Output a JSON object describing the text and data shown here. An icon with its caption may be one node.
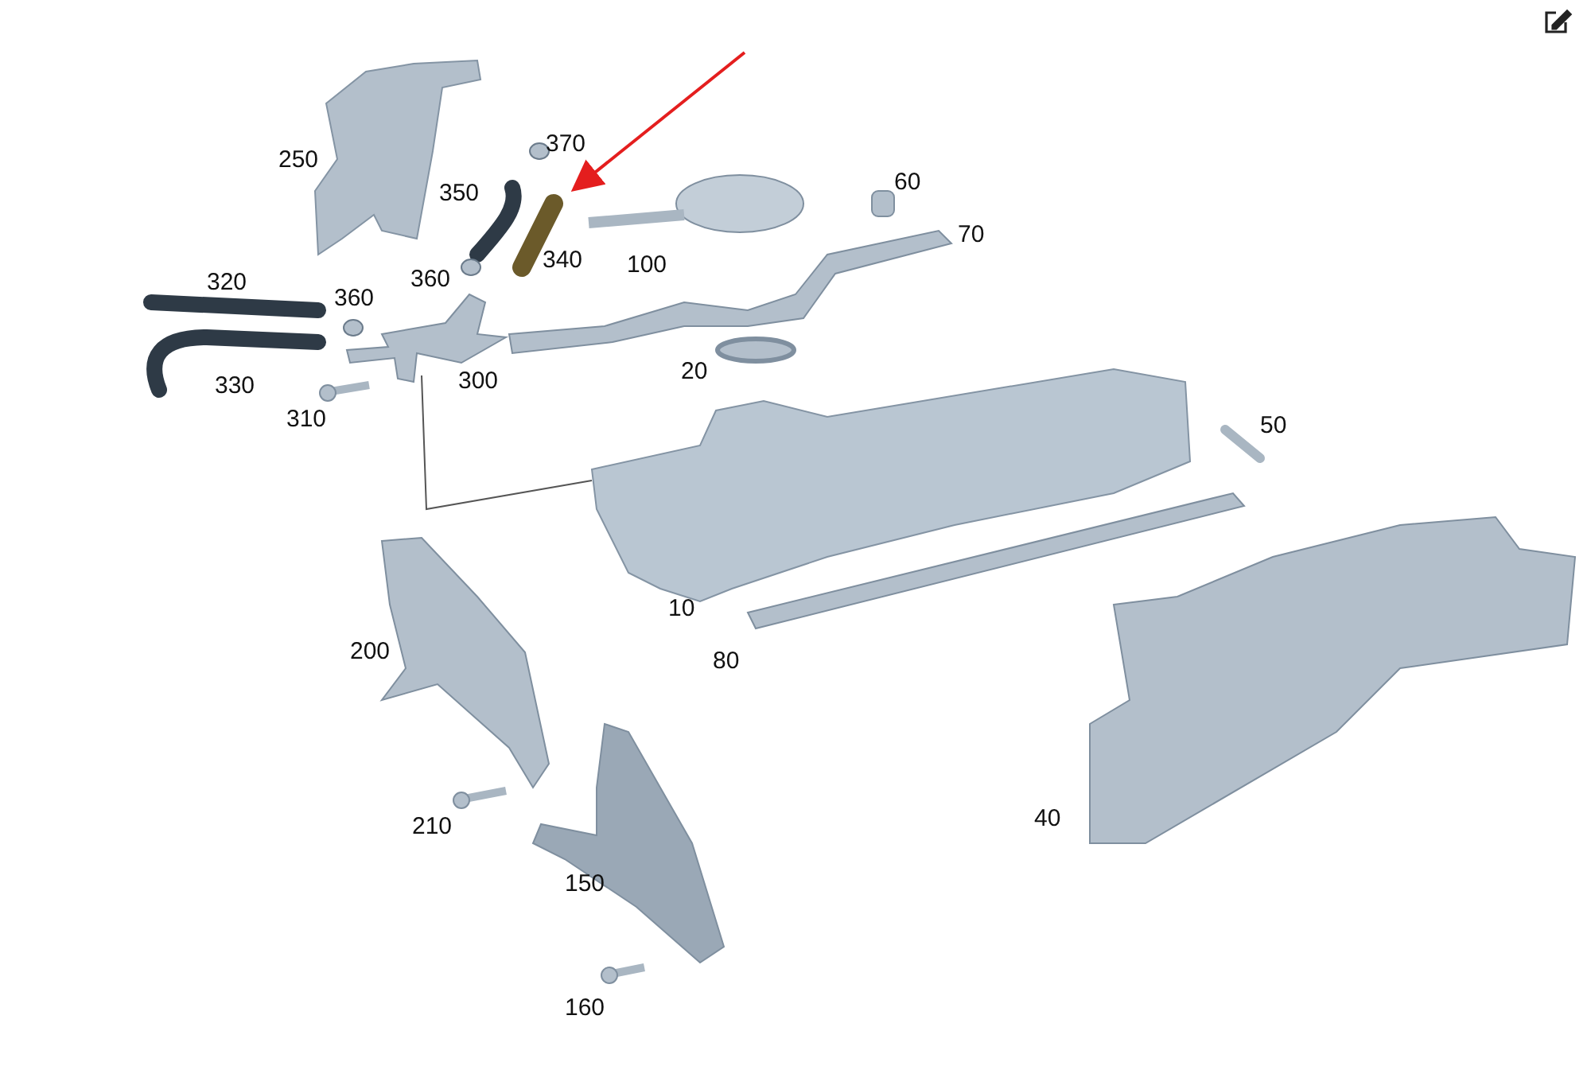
{
  "diagram": {
    "labels": [
      "250",
      "370",
      "350",
      "60",
      "70",
      "340",
      "100",
      "360",
      "320",
      "360",
      "300",
      "20",
      "330",
      "310",
      "50",
      "10",
      "80",
      "200",
      "210",
      "40",
      "150",
      "160"
    ]
  }
}
